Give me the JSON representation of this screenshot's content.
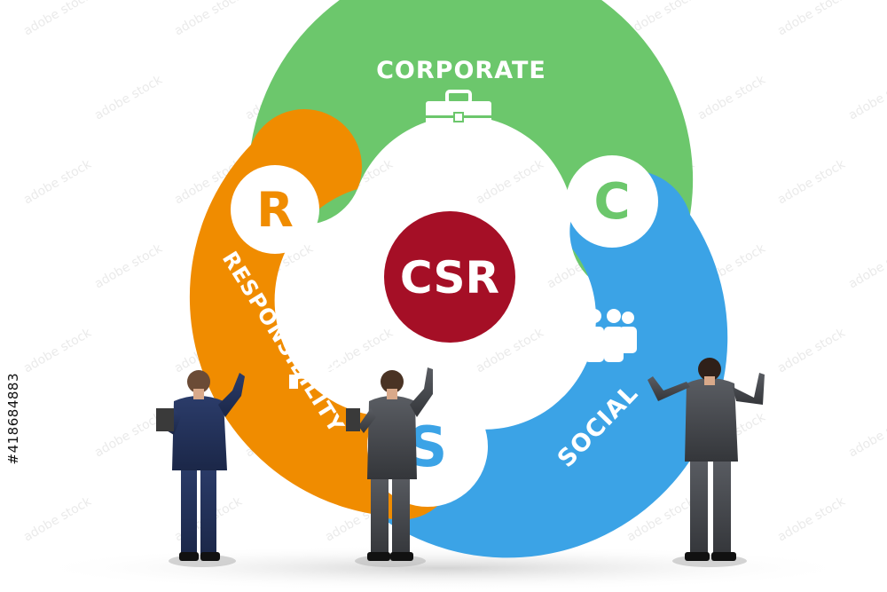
{
  "center": {
    "label": "CSR",
    "color": "#a50f26"
  },
  "segments": [
    {
      "key": "corporate",
      "label": "CORPORATE",
      "letter": "C",
      "color": "#6cc76c",
      "icon": "briefcase-icon"
    },
    {
      "key": "social",
      "label": "SOCIAL",
      "letter": "S",
      "color": "#3ba3e6",
      "icon": "team-icon"
    },
    {
      "key": "responsibility",
      "label": "RESPONSIBILITY",
      "letter": "R",
      "color": "#f08c00",
      "icon": "globe-in-hand-icon"
    }
  ],
  "watermark": {
    "brand": "adobe stock"
  },
  "stock_id": "#418684883"
}
